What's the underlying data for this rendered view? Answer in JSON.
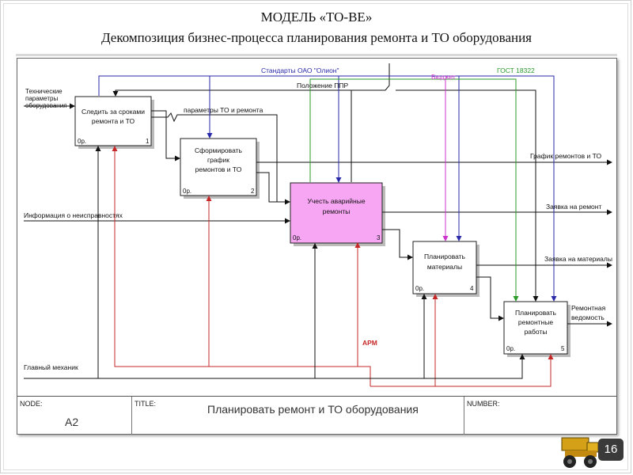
{
  "slide": {
    "title_line1": "МОДЕЛЬ «ТО-ВЕ»",
    "title_line2": "Декомпозиция бизнес-процесса планирования  ремонта и ТО оборудования",
    "page_number": "16"
  },
  "boxes": [
    {
      "label_l1": "Следить за сроками",
      "label_l2": "ремонта и ТО",
      "label_l3": "",
      "cost": "0р.",
      "num": "1"
    },
    {
      "label_l1": "Сформировать",
      "label_l2": "график",
      "label_l3": "ремонтов и ТО",
      "cost": "0р.",
      "num": "2"
    },
    {
      "label_l1": "Учесть аварийные",
      "label_l2": "ремонты",
      "label_l3": "",
      "cost": "0р.",
      "num": "3"
    },
    {
      "label_l1": "Планировать",
      "label_l2": "материалы",
      "label_l3": "",
      "cost": "0р.",
      "num": "4"
    },
    {
      "label_l1": "Планировать",
      "label_l2": "ремонтные",
      "label_l3": "работы",
      "cost": "0р.",
      "num": "5"
    }
  ],
  "inputs": {
    "tech_params_l1": "Технические",
    "tech_params_l2": "параметры",
    "tech_params_l3": "оборудования",
    "info_faults": "Информация о неисправностях"
  },
  "controls": {
    "standards": "Стандарты ОАО \"Олион\"",
    "budget": "Бюджет",
    "gost": "ГОСТ 18322",
    "ppr": "Положение ППР"
  },
  "mechanisms": {
    "chief_mechanic": "Главный механик",
    "arm": "АРМ"
  },
  "arrows": {
    "params_to": "параметры ТО и ремонта"
  },
  "outputs": {
    "schedule": "График ремонтов и ТО",
    "repair_request": "Заявка на ремонт",
    "materials_request": "Заявка на материалы",
    "repair_sheet_l1": "Ремонтная",
    "repair_sheet_l2": "ведомость"
  },
  "footer": {
    "node_label": "NODE:",
    "node_value": "А2",
    "title_label": "TITLE:",
    "title_value": "Планировать ремонт  и ТО оборудования",
    "number_label": "NUMBER:"
  },
  "colors": {
    "standards": "#2a2aa8",
    "budget": "#cc33cc",
    "gost": "#2a9a2a",
    "arm": "#c62828",
    "box3_fill": "#f7a6f3"
  }
}
